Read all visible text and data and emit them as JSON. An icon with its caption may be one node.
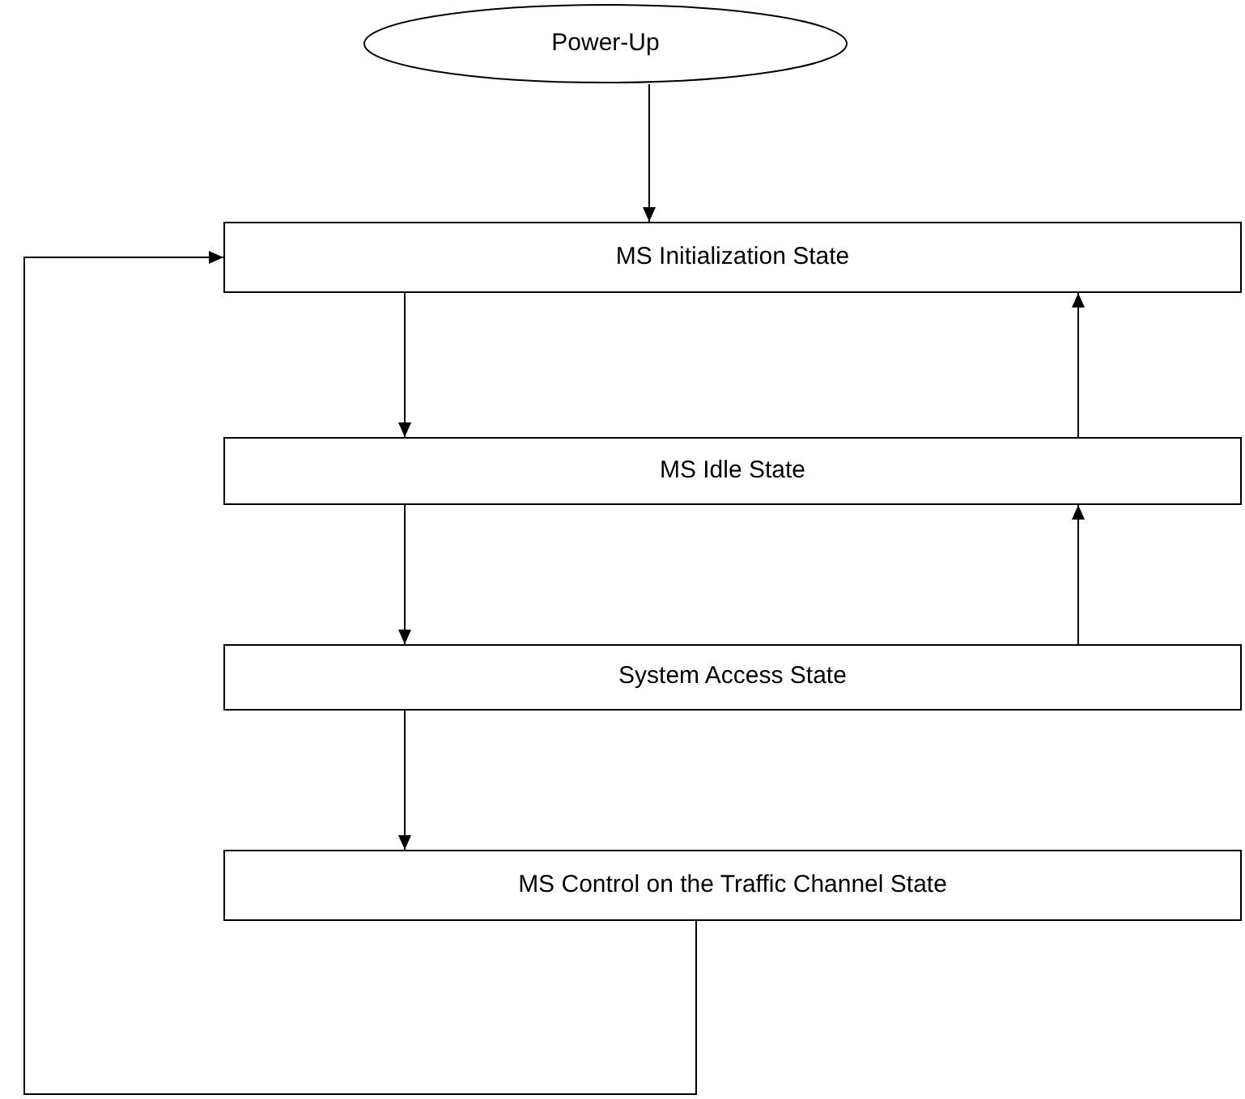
{
  "diagram": {
    "nodes": [
      {
        "text": [
          "Power-Up"
        ]
      },
      {
        "text": [
          "MS Initialization State"
        ]
      },
      {
        "text": [
          "MS Idle State"
        ]
      },
      {
        "text": [
          "System Access State"
        ]
      },
      {
        "text": [
          "MS Control on the Traffic Channel State"
        ]
      }
    ],
    "edges": [
      {
        "from": 0,
        "to": 1,
        "arrow": "to"
      },
      {
        "from": 1,
        "to": 2,
        "arrow": "to"
      },
      {
        "from": 2,
        "to": 1,
        "arrow": "to"
      },
      {
        "from": 2,
        "to": 3,
        "arrow": "to"
      },
      {
        "from": 3,
        "to": 2,
        "arrow": "to"
      },
      {
        "from": 3,
        "to": 4,
        "arrow": "to"
      },
      {
        "from": 4,
        "to": 1,
        "arrow": "to"
      }
    ]
  }
}
